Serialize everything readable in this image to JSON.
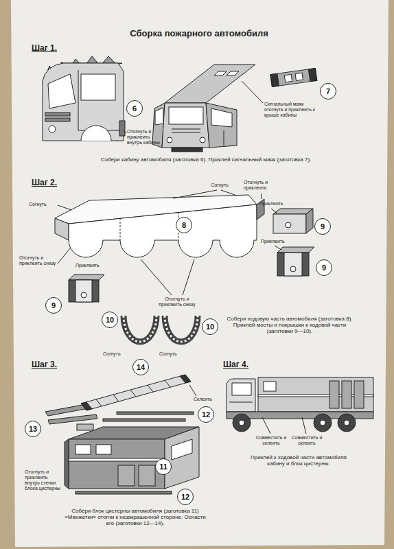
{
  "diagram": {
    "title": "Сборка пожарного автомобиля",
    "nodes": [
      {
        "text": [
          "6"
        ]
      },
      {
        "text": [
          "7"
        ]
      },
      {
        "text": [
          "8"
        ]
      },
      {
        "text": [
          "9"
        ]
      },
      {
        "text": [
          "9"
        ]
      },
      {
        "text": [
          "9"
        ]
      },
      {
        "text": [
          "10"
        ]
      },
      {
        "text": [
          "10"
        ]
      },
      {
        "text": [
          "14"
        ]
      },
      {
        "text": [
          "12"
        ]
      },
      {
        "text": [
          "13"
        ]
      },
      {
        "text": [
          "11"
        ]
      },
      {
        "text": [
          "12"
        ]
      }
    ],
    "labels": [
      "Шаг 1.",
      "Отогнуть и приклеить внутрь кабины",
      "Сигнальный маяк отогнуть и приклеить к крыше кабины",
      "Собери кабину автомобиля (заготовка 6). Приклей сигнальный маяк (заготовка 7).",
      "Шаг 2.",
      "Согнуть",
      "Отогнуть и приклеить",
      "Согнуть",
      "Приклеить",
      "Приклеить",
      "Отогнуть и приклеить снизу",
      "Приклеить",
      "Отогнуть и приклеить снизу",
      "Согнуть",
      "Согнуть",
      "Собери ходовую часть автомобиля (заготовка 8). Приклей мосты и покрышки к ходовой части (заготовки 9—10).",
      "Шаг 3.",
      "Склеить",
      "Отогнуть и приклеить внутрь стенки блока цистерны",
      "Собери блок цистерны автомобиля (заготовка 11) «Манжетки» отогни к незакрашенной стороне. Оснасти его (заготовки 12—14).",
      "Шаг 4.",
      "Совместить и склеить",
      "Совместить и склеить",
      "Приклей к ходовой части автомобиля кабину и блок цистерны."
    ]
  }
}
